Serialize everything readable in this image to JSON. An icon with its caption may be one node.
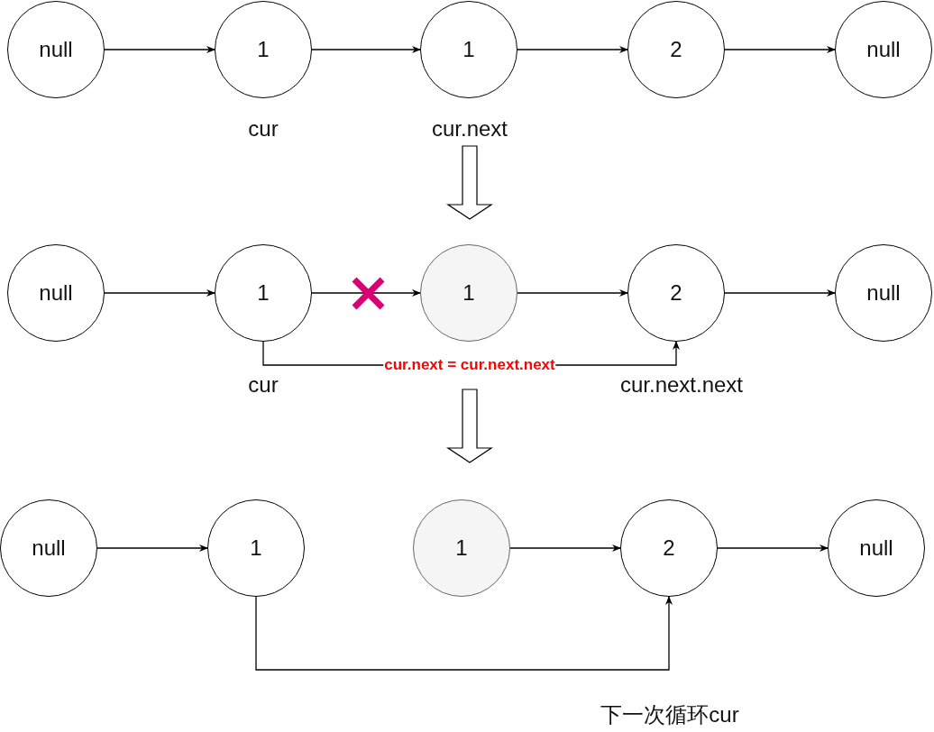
{
  "diagram": {
    "nodes": [
      {
        "text": [
          "null"
        ]
      },
      {
        "text": [
          "1"
        ],
        "beside": [
          "cur"
        ]
      },
      {
        "text": [
          "1"
        ],
        "beside": [
          "cur.next"
        ]
      },
      {
        "text": [
          "2"
        ]
      },
      {
        "text": [
          "null"
        ]
      },
      {
        "text": [
          "null"
        ]
      },
      {
        "text": [
          "1"
        ],
        "beside": [
          "cur"
        ]
      },
      {
        "text": [
          "1"
        ]
      },
      {
        "text": [
          "2"
        ],
        "beside": [
          "cur.next.next"
        ]
      },
      {
        "text": [
          "null"
        ]
      },
      {
        "text": [
          "null"
        ]
      },
      {
        "text": [
          "1"
        ]
      },
      {
        "text": [
          "1"
        ]
      },
      {
        "text": [
          "2"
        ]
      },
      {
        "text": [
          "null"
        ]
      }
    ],
    "edges": [
      {
        "from": 0,
        "to": 1,
        "arrow": "to"
      },
      {
        "from": 1,
        "to": 2,
        "arrow": "to"
      },
      {
        "from": 2,
        "to": 3,
        "arrow": "to"
      },
      {
        "from": 3,
        "to": 4,
        "arrow": "to"
      },
      {
        "from": 5,
        "to": 6,
        "arrow": "to"
      },
      {
        "from": 6,
        "to": 7,
        "arrow": "to"
      },
      {
        "from": 7,
        "to": 8,
        "arrow": "to"
      },
      {
        "from": 8,
        "to": 9,
        "arrow": "to"
      },
      {
        "from": 6,
        "to": 8,
        "arrow": "to",
        "label": "cur.next = cur.next.next"
      },
      {
        "from": 10,
        "to": 11,
        "arrow": "to"
      },
      {
        "from": 12,
        "to": 13,
        "arrow": "to"
      },
      {
        "from": 13,
        "to": 14,
        "arrow": "to"
      },
      {
        "from": 11,
        "to": 13,
        "arrow": "to"
      }
    ],
    "labels": [
      "下一次循环cur"
    ]
  }
}
